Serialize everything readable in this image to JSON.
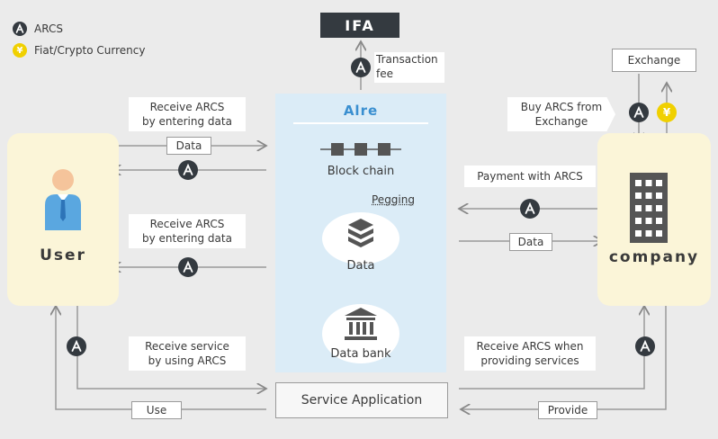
{
  "legend": {
    "arcs_label": "ARCS",
    "fiat_label": "Fiat/Crypto Currency",
    "yen_symbol": "¥"
  },
  "top": {
    "ifa_label": "IFA",
    "transaction_fee": "Transaction\nfee",
    "exchange_label": "Exchange",
    "buy_arcs": "Buy ARCS from\nExchange"
  },
  "user": {
    "label": "User",
    "receive_arcs_1": "Receive ARCS\nby entering data",
    "data_label": "Data",
    "receive_arcs_2": "Receive ARCS\nby entering data",
    "receive_service": "Receive  service\nby using ARCS",
    "use_label": "Use"
  },
  "alre": {
    "title": "Alre",
    "blockchain_label": "Block chain",
    "pegging_label": "Pegging",
    "data_label": "Data",
    "databank_label": "Data bank"
  },
  "company": {
    "label": "company",
    "payment_arcs": "Payment with ARCS",
    "data_label": "Data",
    "receive_arcs": "Receive ARCS when\nproviding services",
    "provide_label": "Provide"
  },
  "service_app": {
    "label": "Service Application"
  },
  "colors": {
    "background": "#ebebeb",
    "user_panel": "#fbf5d8",
    "alre_panel": "#dbecf7",
    "alre_title": "#3a8fd0",
    "arcs_coin": "#343a40",
    "yen_coin": "#f0d000",
    "user_shirt": "#5aa7e0",
    "user_tie": "#2d74b8",
    "user_skin": "#f5c49b"
  }
}
